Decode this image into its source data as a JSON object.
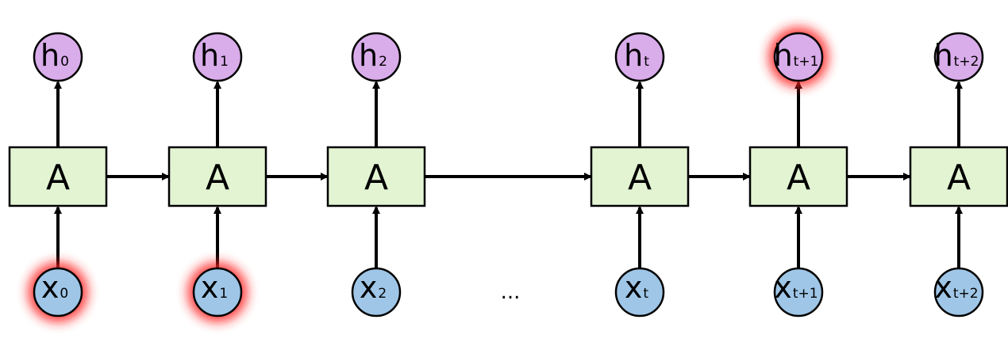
{
  "diagram": {
    "cells": [
      {
        "label": "A",
        "output_main": "h",
        "output_sub": "0",
        "input_main": "x",
        "input_sub": "0",
        "input_highlight": true,
        "output_highlight": false
      },
      {
        "label": "A",
        "output_main": "h",
        "output_sub": "1",
        "input_main": "x",
        "input_sub": "1",
        "input_highlight": true,
        "output_highlight": false
      },
      {
        "label": "A",
        "output_main": "h",
        "output_sub": "2",
        "input_main": "x",
        "input_sub": "2",
        "input_highlight": false,
        "output_highlight": false
      },
      {
        "label": "A",
        "output_main": "h",
        "output_sub": "t",
        "input_main": "x",
        "input_sub": "t",
        "input_highlight": false,
        "output_highlight": false
      },
      {
        "label": "A",
        "output_main": "h",
        "output_sub": "t+1",
        "input_main": "x",
        "input_sub": "t+1",
        "input_highlight": false,
        "output_highlight": true
      },
      {
        "label": "A",
        "output_main": "h",
        "output_sub": "t+2",
        "input_main": "x",
        "input_sub": "t+2",
        "input_highlight": false,
        "output_highlight": false
      }
    ],
    "ellipsis": "...",
    "colors": {
      "cell_fill": "#e2f4d2",
      "output_fill": "#d9acea",
      "input_fill": "#9fc6e7",
      "highlight_glow": "#ff2020",
      "stroke": "#000000"
    }
  }
}
